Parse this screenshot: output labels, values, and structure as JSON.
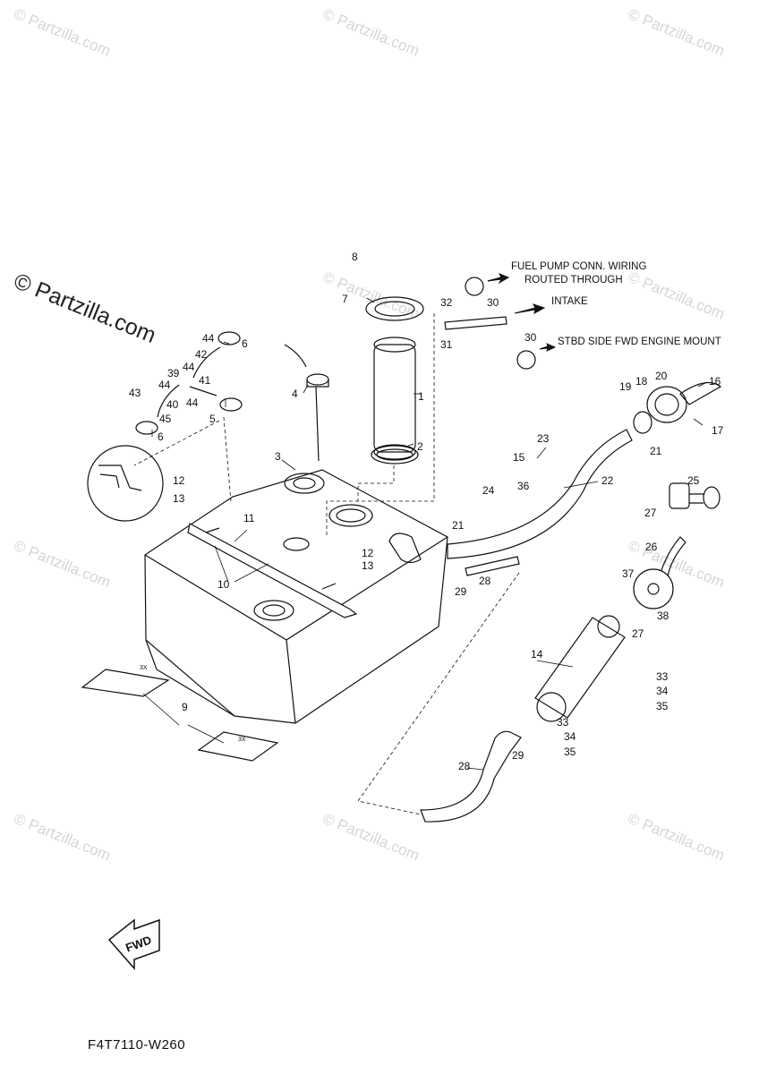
{
  "watermark": "© Partzilla.com",
  "watermark_logo": "© Partzilla.com",
  "diagram_code": "F4T7110-W260",
  "fwd_label": "FWD",
  "notes": {
    "fuel_pump_line1": "FUEL PUMP CONN. WIRING",
    "fuel_pump_line2": "ROUTED THROUGH",
    "intake": "INTAKE",
    "stbd": "STBD SIDE FWD ENGINE MOUNT"
  },
  "qty_label": "3X",
  "callouts": [
    "1",
    "2",
    "3",
    "4",
    "5",
    "6",
    "6",
    "7",
    "8",
    "9",
    "10",
    "11",
    "12",
    "12",
    "13",
    "13",
    "14",
    "15",
    "16",
    "17",
    "18",
    "19",
    "20",
    "21",
    "21",
    "22",
    "23",
    "24",
    "25",
    "26",
    "27",
    "27",
    "28",
    "28",
    "29",
    "29",
    "30",
    "30",
    "31",
    "32",
    "33",
    "33",
    "34",
    "34",
    "35",
    "35",
    "36",
    "37",
    "38",
    "39",
    "40",
    "41",
    "42",
    "43",
    "44",
    "44",
    "44",
    "44",
    "45"
  ]
}
